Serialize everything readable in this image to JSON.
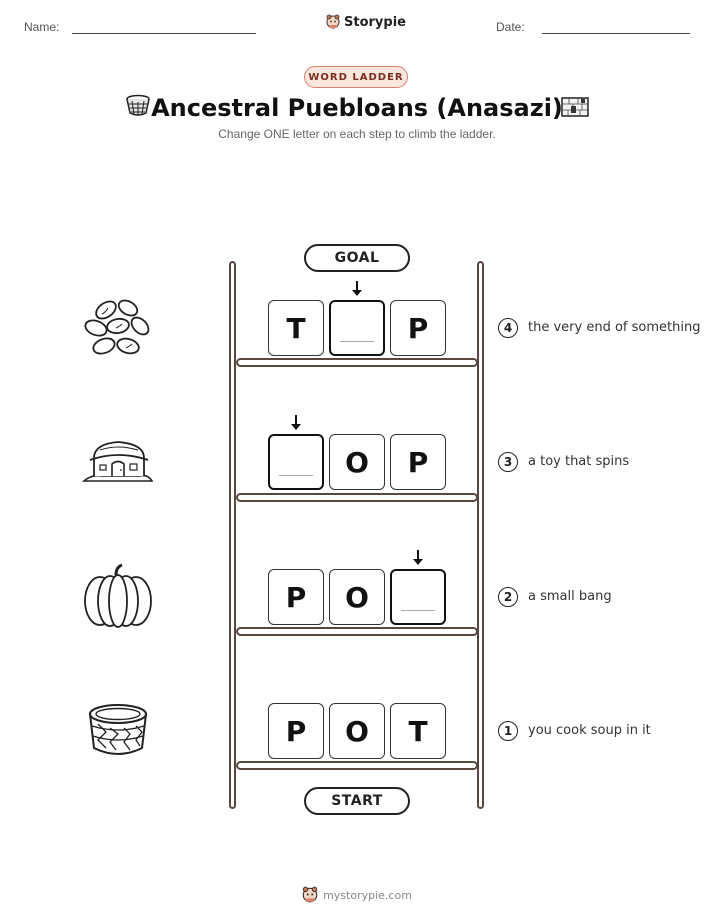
{
  "header": {
    "name_label": "Name:",
    "date_label": "Date:",
    "brand": "Storypie"
  },
  "badge": "WORD LADDER",
  "title": "Ancestral Puebloans (Anasazi)",
  "subtitle": "Change ONE letter on each step to climb the ladder.",
  "ladder": {
    "goal_label": "GOAL",
    "start_label": "START",
    "rows": [
      {
        "step": "4",
        "letters": [
          "T",
          "",
          "P"
        ],
        "clue": "the very end of something",
        "picture": "beans-icon"
      },
      {
        "step": "3",
        "letters": [
          "",
          "O",
          "P"
        ],
        "clue": "a toy that spins",
        "picture": "pueblo-house-icon"
      },
      {
        "step": "2",
        "letters": [
          "P",
          "O",
          ""
        ],
        "clue": "a small bang",
        "picture": "pumpkin-icon"
      },
      {
        "step": "1",
        "letters": [
          "P",
          "O",
          "T"
        ],
        "clue": "you cook soup in it",
        "picture": "basket-icon"
      }
    ]
  },
  "footer": "mystorypie.com"
}
